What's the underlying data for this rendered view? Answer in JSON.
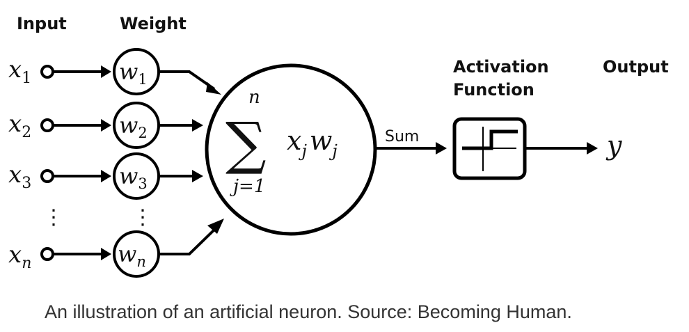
{
  "headers": {
    "input": "Input",
    "weight": "Weight",
    "activation_line1": "Activation",
    "activation_line2": "Function",
    "output": "Output"
  },
  "inputs": [
    {
      "base": "x",
      "sub": "1"
    },
    {
      "base": "x",
      "sub": "2"
    },
    {
      "base": "x",
      "sub": "3"
    },
    {
      "base": "x",
      "sub": "n"
    }
  ],
  "weights": [
    {
      "base": "w",
      "sub": "1"
    },
    {
      "base": "w",
      "sub": "2"
    },
    {
      "base": "w",
      "sub": "3"
    },
    {
      "base": "w",
      "sub": "n"
    }
  ],
  "vertical_ellipsis": "⋮",
  "summation": {
    "symbol": "∑",
    "upper": "n",
    "lower": "j=1",
    "term_x": "x",
    "term_x_sub": "j",
    "term_w": "w",
    "term_w_sub": "j"
  },
  "sum_label": "Sum",
  "output_symbol": "y",
  "caption": "An illustration of an artificial neuron. Source: Becoming Human."
}
